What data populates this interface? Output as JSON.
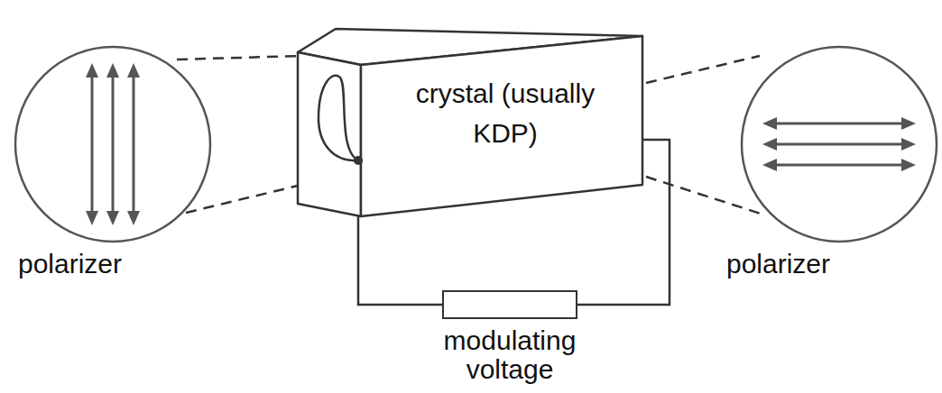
{
  "diagram": {
    "nodes": [
      {
        "text": [
          "polarizer"
        ]
      },
      {
        "text": [
          "crystal (usually KDP)"
        ]
      },
      {
        "text": [
          "polarizer"
        ]
      },
      {
        "text": [
          "modulating voltage"
        ]
      }
    ],
    "edges": [
      {
        "from": 1,
        "to": 3,
        "arrow": "none"
      },
      {
        "from": 1,
        "to": 3,
        "arrow": "none"
      }
    ]
  }
}
